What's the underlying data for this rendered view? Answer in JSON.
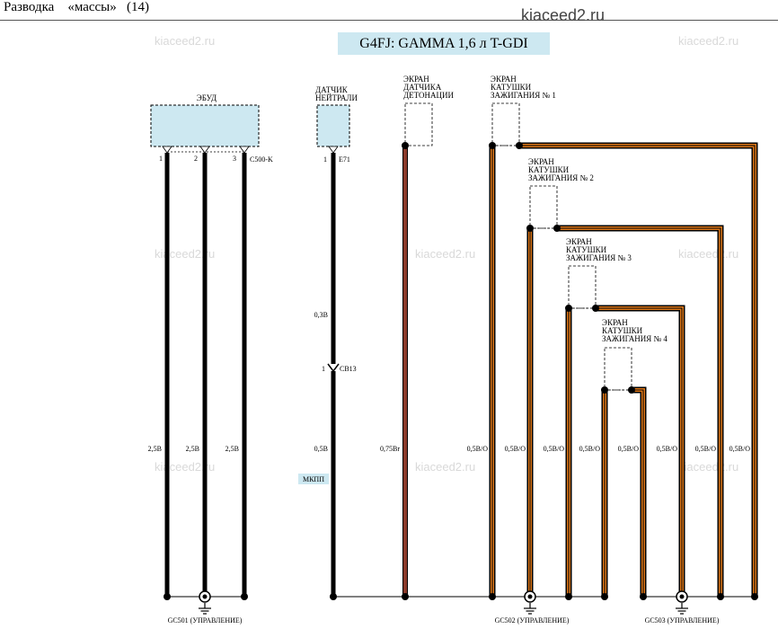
{
  "header": {
    "title": "Разводка    «массы»   (14)"
  },
  "site_label": "kiaceed2.ru",
  "engine_label": "G4FJ: GAMMA 1,6  л   T-GDI",
  "watermark": "kiaceed2.ru",
  "components": {
    "ecu": {
      "label": "ЭБУД",
      "connector": "C500-K",
      "pins": [
        "1",
        "2",
        "3"
      ]
    },
    "neutral_sensor": {
      "label_lines": [
        "ДАТЧИК",
        "НЕЙТРАЛИ"
      ],
      "pin": "1",
      "connector": "E71"
    },
    "knock_shield": {
      "label_lines": [
        "ЭКРАН",
        "ДАТЧИКА",
        "ДЕТОНАЦИИ"
      ]
    },
    "coil1_shield": {
      "label_lines": [
        "ЭКРАН",
        "КАТУШКИ",
        "ЗАЖИГАНИЯ № 1"
      ]
    },
    "coil2_shield": {
      "label_lines": [
        "ЭКРАН",
        "КАТУШКИ",
        "ЗАЖИГАНИЯ № 2"
      ]
    },
    "coil3_shield": {
      "label_lines": [
        "ЭКРАН",
        "КАТУШКИ",
        "ЗАЖИГАНИЯ № 3"
      ]
    },
    "coil4_shield": {
      "label_lines": [
        "ЭКРАН",
        "КАТУШКИ",
        "ЗАЖИГАНИЯ № 4"
      ]
    }
  },
  "inline_connector": {
    "pin": "1",
    "name": "CB13"
  },
  "wire_labels": {
    "ecu_1": "2,5B",
    "ecu_2": "2,5B",
    "ecu_3": "2,5B",
    "neutral_upper": "0,3B",
    "neutral_lower": "0,5B",
    "knock": "0,75Br",
    "coil_a": "0,5B/O",
    "coil_b": "0,5B/O",
    "coil_c": "0,5B/O",
    "coil_d": "0,5B/O",
    "coil_e": "0,5B/O",
    "coil_f": "0,5B/O",
    "coil_g": "0,5B/O",
    "coil_h": "0,5B/O"
  },
  "option_label": "МКПП",
  "grounds": {
    "gc501": "GC501 (УПРАВЛЕНИЕ)",
    "gc502": "GC502 (УПРАВЛЕНИЕ)",
    "gc503": "GC503 (УПРАВЛЕНИЕ)"
  },
  "colors": {
    "wire_black": "#000000",
    "wire_brown": "#8b3a2a",
    "wire_orange_stripe": "#e07818",
    "component_fill": "#cde8f1",
    "watermark": "#d9d9d9"
  }
}
